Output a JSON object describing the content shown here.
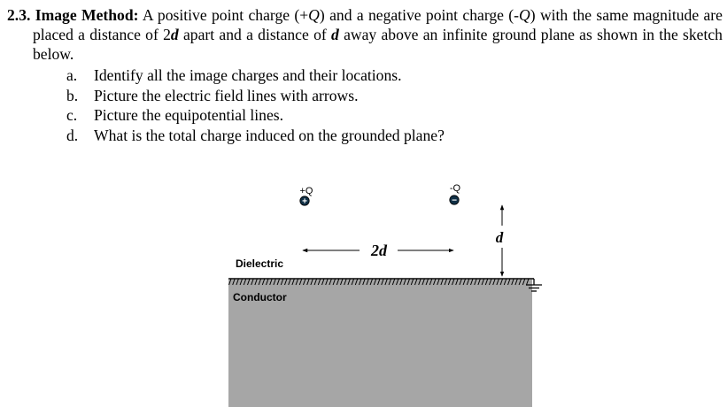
{
  "problem": {
    "number": "2.3.",
    "title": "Image Method:",
    "text_part1": "A positive point charge (+",
    "q1": "Q",
    "text_part2": ") and a negative point charge (-",
    "q2": "Q",
    "text_part3": ") with the same magnitude are placed a distance of 2",
    "d1": "d",
    "text_part4": " apart and a distance of ",
    "d2": "d",
    "text_part5": " away above an infinite ground plane as shown in the sketch below.",
    "items": [
      {
        "label": "a.",
        "text": "Identify all the image charges and their locations."
      },
      {
        "label": "b.",
        "text": "Picture the electric field lines with arrows."
      },
      {
        "label": "c.",
        "text": "Picture the equipotential lines."
      },
      {
        "label": "d.",
        "text": "What is the total charge induced on the grounded plane?"
      }
    ]
  },
  "sketch": {
    "pos_charge_label": "+Q",
    "neg_charge_label": "-Q",
    "pos_sign": "+",
    "neg_sign": "−",
    "separation_label": "2d",
    "height_label": "d",
    "dielectric_label": "Dielectric",
    "conductor_label": "Conductor",
    "colors": {
      "conductor": "#a6a6a6",
      "charge_fill": "#0f2f45"
    }
  }
}
